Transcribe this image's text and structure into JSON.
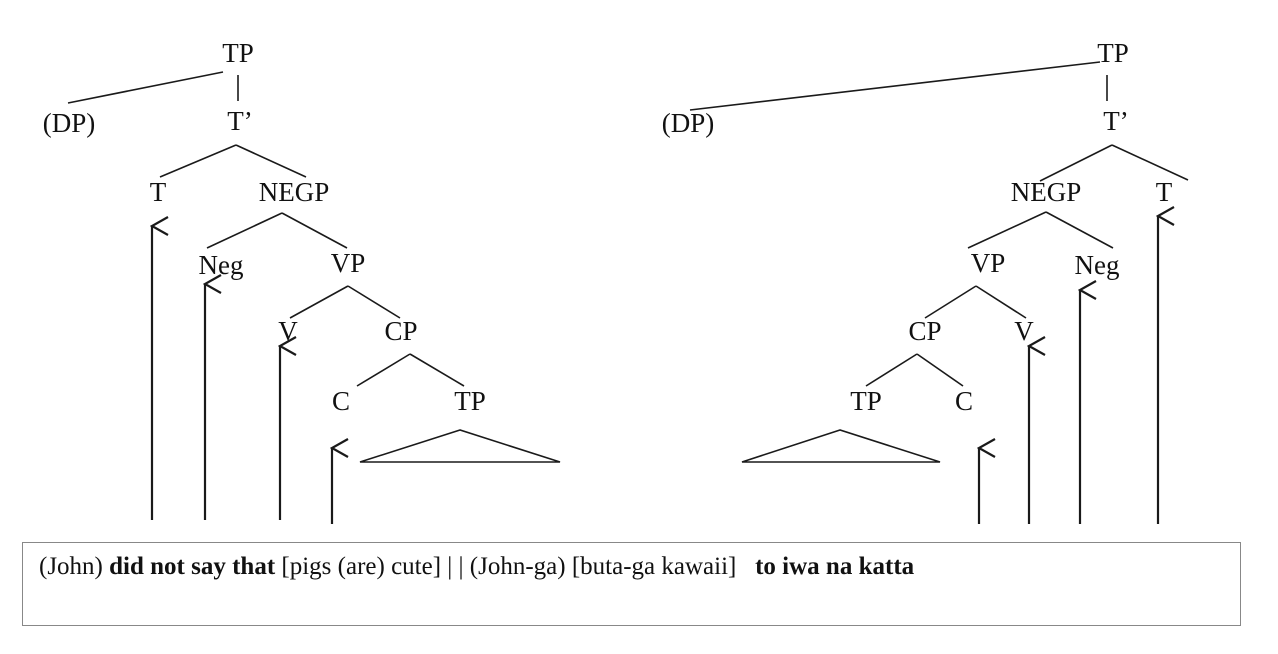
{
  "left_tree": {
    "nodes": {
      "tp_root": "TP",
      "dp": "(DP)",
      "t_bar": "T’",
      "t": "T",
      "negp": "NEGP",
      "neg": "Neg",
      "vp": "VP",
      "v": "V",
      "cp": "CP",
      "c": "C",
      "tp_embedded": "TP"
    }
  },
  "right_tree": {
    "nodes": {
      "tp_root": "TP",
      "dp": "(DP)",
      "t_bar": "T’",
      "negp": "NEGP",
      "t": "T",
      "vp": "VP",
      "neg": "Neg",
      "cp": "CP",
      "v": "V",
      "tp_embedded": "TP",
      "c": "C"
    }
  },
  "caption": {
    "part1": "(John) ",
    "part2": "did not say that",
    "part3": " [pigs (are) cute] | | (John-ga) [buta-ga kawaii]   ",
    "part4": "to iwa na katta"
  }
}
